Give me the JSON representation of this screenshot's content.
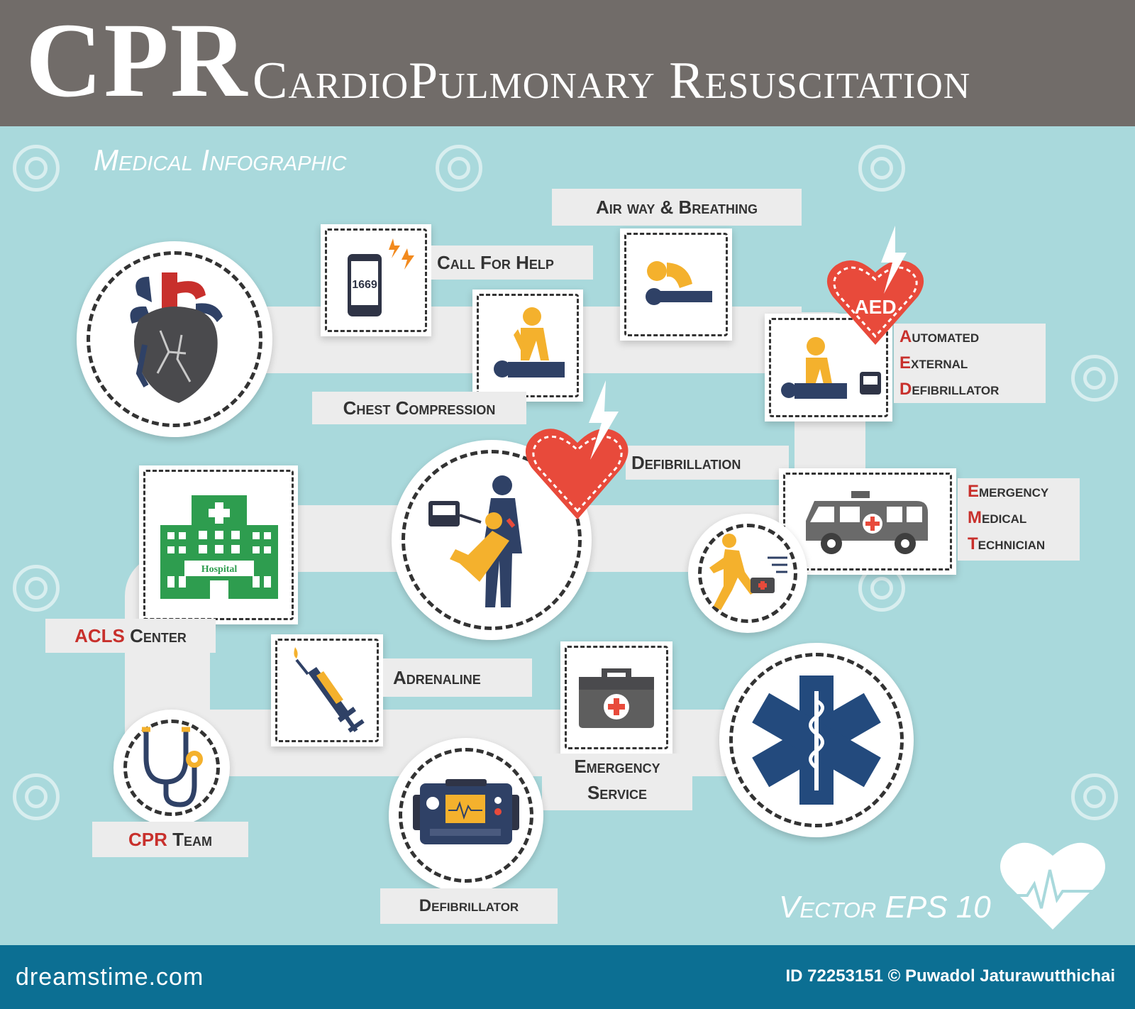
{
  "header": {
    "abbr": "CPR",
    "full": "CardioPulmonary Resuscitation"
  },
  "subtitle": "Medical Infographic",
  "labels": {
    "call_for_help": "Call For Help",
    "airway_breathing": "Air way & Breathing",
    "chest_compression": "Chest Compression",
    "aed_a": "A",
    "aed_a_rest": "utomated",
    "aed_e": "E",
    "aed_e_rest": "xternal",
    "aed_d": "D",
    "aed_d_rest": "efibrillator",
    "defibrillation": "Defibrillation",
    "emt_e": "E",
    "emt_e_rest": "mergency",
    "emt_m": "M",
    "emt_m_rest": "edical",
    "emt_t": "T",
    "emt_t_rest": "echnician",
    "acls_red": "ACLS",
    "acls_rest": " Center",
    "adrenaline": "Adrenaline",
    "emergency_service_1": "Emergency",
    "emergency_service_2": "Service",
    "cpr_team_red": "CPR",
    "cpr_team_rest": " Team",
    "defibrillator": "Defibrillator"
  },
  "icon_text": {
    "phone_number": "1669",
    "aed_badge": "AED",
    "hospital": "Hospital"
  },
  "vector": "Vector EPS 10",
  "footer": {
    "site": "dreamstime.com",
    "credit": "ID 72253151 © Puwadol Jaturawutthichai"
  },
  "colors": {
    "background": "#a9d9dc",
    "header": "#716c69",
    "footer": "#0c6f93",
    "accent_red": "#c8302c",
    "heart_red": "#e84a3b",
    "figure_yellow": "#f4b12d",
    "figure_navy": "#2f4166",
    "hospital_green": "#2e9d4f",
    "star_of_life_blue": "#234a7d"
  },
  "icons": [
    "heart-anatomy-icon",
    "phone-icon",
    "lightning-icon",
    "cpr-compression-icon",
    "airway-icon",
    "aed-heart-icon",
    "aed-operator-icon",
    "hospital-icon",
    "rescuer-carry-icon",
    "defib-heart-icon",
    "ambulance-icon",
    "paramedic-running-icon",
    "syringe-icon",
    "first-aid-kit-icon",
    "star-of-life-icon",
    "stethoscope-icon",
    "defibrillator-device-icon",
    "heartbeat-heart-icon"
  ]
}
